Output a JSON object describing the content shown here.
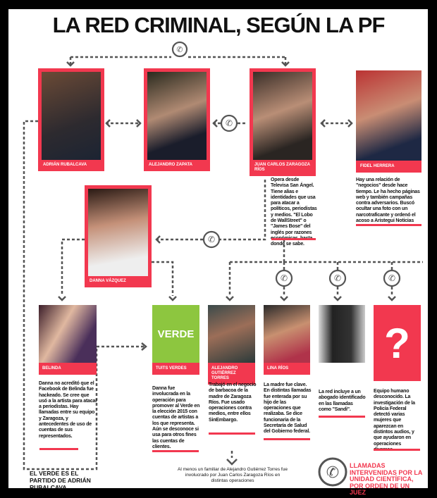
{
  "title": "LA RED CRIMINAL, SEGÚN LA PF",
  "people": [
    {
      "name": "ADRIÁN RUBALCAVA"
    },
    {
      "name": "ALEJANDRO ZAPATA"
    },
    {
      "name": "JUAN CARLOS ZARAGOZA RÍOS",
      "desc": "Opera desde Televisa San Ángel. Tiene alias e identidades que usa para atacar a políticos, periodistas y medios. \"El Lobo de WallStreet\" o \"James Bose\" del inglés por razones económicas, hasta donde se sabe."
    },
    {
      "name": "FIDEL HERRERA",
      "desc": "Hay una relación de \"negocios\" desde hace tiempo. Le ha hecho páginas web y también campañas contra adversarios. Buscó ocultar una foto con un narcotraficante y ordenó el acoso a Aristegui Noticias"
    },
    {
      "name": "DANNA VÁZQUEZ"
    },
    {
      "name": "BELINDA",
      "desc": "Danna no acreditó que el Facebook de Belinda fue hackeado. Se cree que usó a la artista para atacar a periodistas. Hay llamadas entre su equipo y Zaragoza, y antecedentes de uso de cuentas de sus representados."
    },
    {
      "name": "TUITS VERDES",
      "logo": "VERDE",
      "desc": "Danna fue involucrada en la operación para promover al Verde en la elección 2015 con cuentas de artistas a los que representa. Aún se desconoce si usa para otros fines las cuentas de clientes."
    },
    {
      "name": "ALEJANDRO GUTIÉRREZ TORRES",
      "desc": "Trabajó en el negocio de barbacoa de la madre de Zaragoza Ríos. Fue usado operaciones contra medios, entre ellos SinEmbargo."
    },
    {
      "name": "LINA RÍOS",
      "desc": "La madre fue clave. En distintas llamadas fue enterada por su hijo de las operaciones que realizaba. Se dice funcionaria de la Secretaría de Salud del Gobierno federal."
    },
    {
      "name": "",
      "desc": "La red incluye a un abogado identificado en las llamadas como \"Sandi\"."
    },
    {
      "name": "",
      "symbol": "?",
      "desc": "Equipo humano desconocido. La investigación de la Policía Federal detectó varias mujeres que aparezcan en distintos audios, y que ayudaron en operaciones diversas."
    }
  ],
  "footnote_left": "EL VERDE ES EL PARTIDO DE ADRIÁN RUBALCAVA",
  "footnote_mid": "Al menos un familiar de Alejandro Gutiérrez Torres fue involucrado por Juan Carlos Zaragoza Ríos en distintas operaciones",
  "legend": "LLAMADAS INTERVENIDAS POR LA UNIDAD CIENTÍFICA, POR ORDEN DE UN JUEZ",
  "colors": {
    "accent": "#f2384f",
    "line": "#555555",
    "verde": "#8dc63f"
  }
}
